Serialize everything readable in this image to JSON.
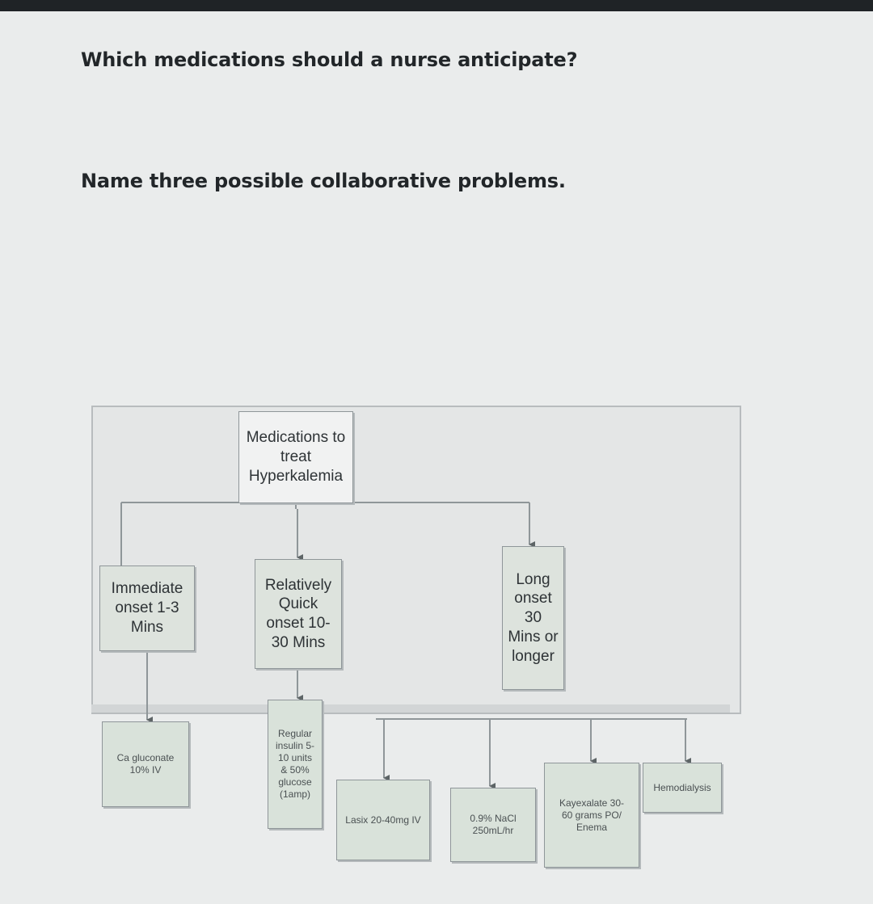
{
  "questions": {
    "medications": "Which medications should a nurse anticipate?",
    "collaborative": "Name three possible collaborative problems."
  },
  "diagram": {
    "root": {
      "lines": [
        "Medications to",
        "treat",
        "Hyperkalemia"
      ]
    },
    "categories": [
      {
        "id": "immediate",
        "lines": [
          "Immediate",
          "onset 1-3",
          "Mins"
        ]
      },
      {
        "id": "quick",
        "lines": [
          "Relatively",
          "Quick",
          "onset 10-",
          "30 Mins"
        ]
      },
      {
        "id": "long",
        "lines": [
          "Long",
          "onset",
          "30",
          "Mins or",
          "longer"
        ]
      }
    ],
    "medications": [
      {
        "id": "ca",
        "lines": [
          "Ca gluconate",
          "10% IV"
        ]
      },
      {
        "id": "insulin",
        "lines": [
          "Regular",
          "insulin 5-",
          "10 units",
          "& 50%",
          "glucose",
          "(1amp)"
        ]
      },
      {
        "id": "lasix",
        "lines": [
          "Lasix 20-40mg IV"
        ]
      },
      {
        "id": "nacl",
        "lines": [
          "0.9% NaCl",
          "250mL/hr"
        ]
      },
      {
        "id": "kayexalate",
        "lines": [
          "Kayexalate 30-",
          "60 grams PO/",
          "Enema"
        ]
      },
      {
        "id": "hemodialysis",
        "lines": [
          "Hemodialysis"
        ]
      }
    ]
  },
  "colors": {
    "background": "#eaecec",
    "box_fill": "#dde3dd",
    "box_border": "#8f9699",
    "text": "#222629"
  }
}
